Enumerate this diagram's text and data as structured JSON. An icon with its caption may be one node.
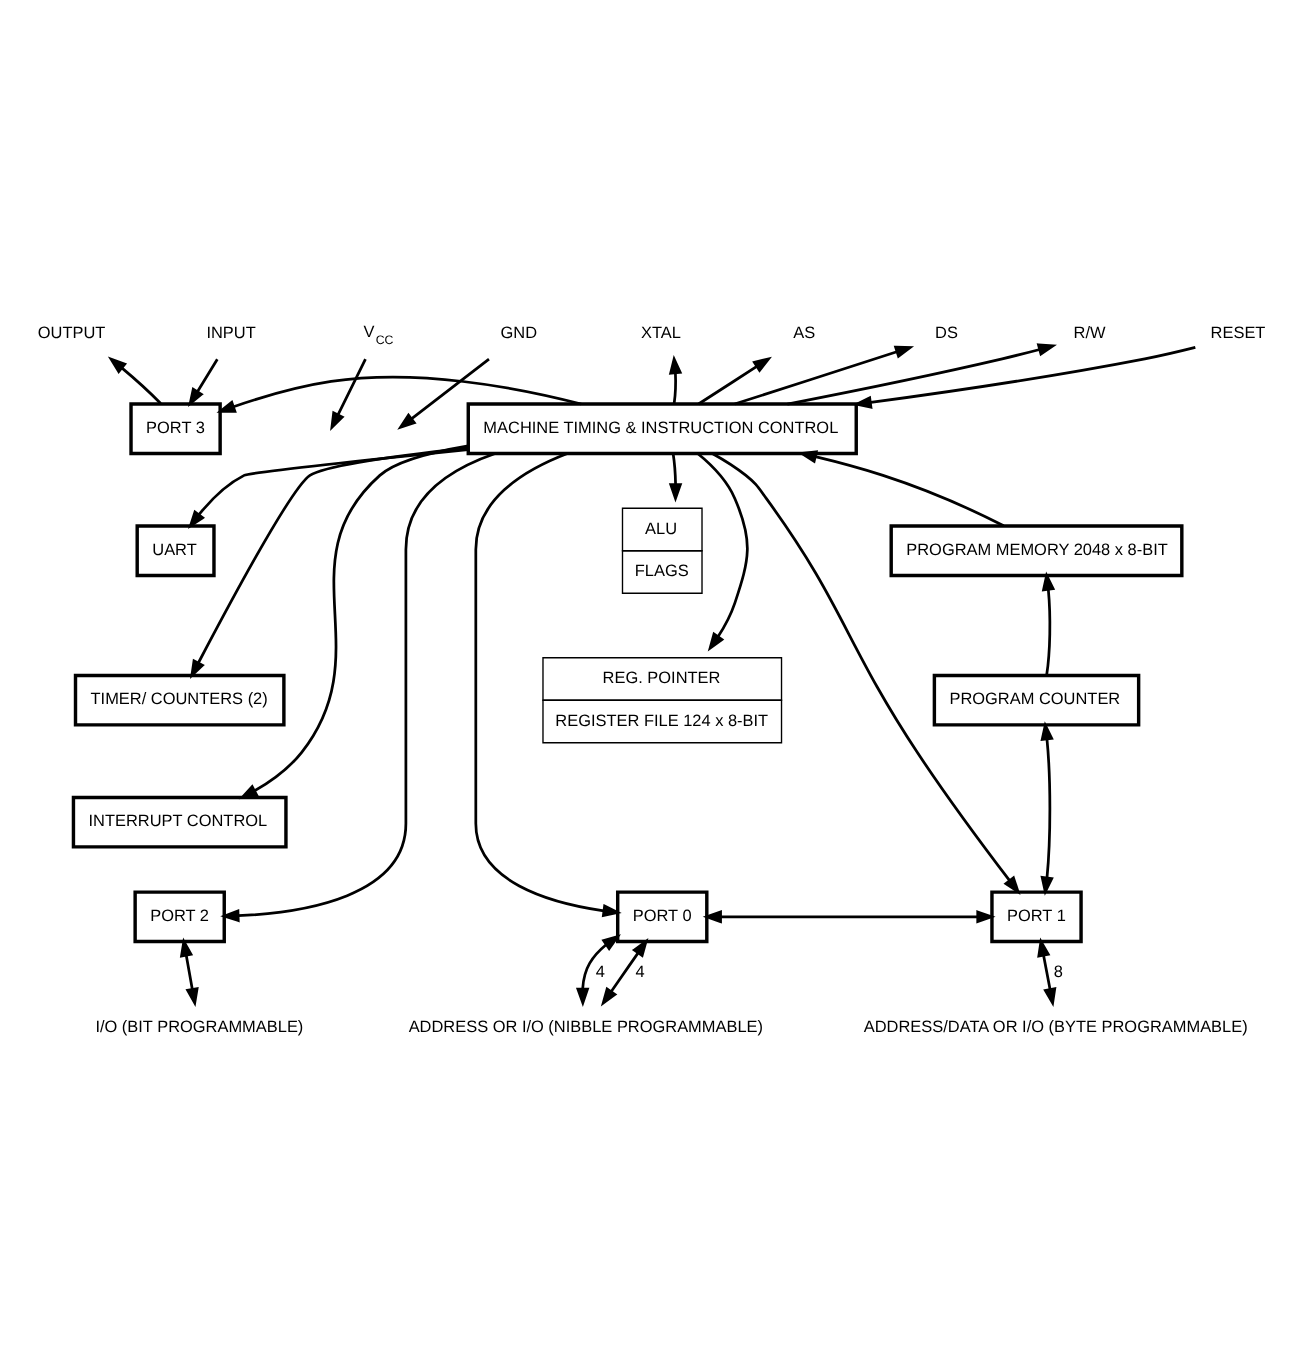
{
  "diagram": {
    "nodes": [
      {
        "text": [
          "OUTPUT"
        ]
      },
      {
        "text": [
          "INPUT"
        ]
      },
      {
        "text": [
          "V$_{CC}$"
        ]
      },
      {
        "text": [
          "GND"
        ]
      },
      {
        "text": [
          "XTAL"
        ]
      },
      {
        "text": [
          "AS"
        ]
      },
      {
        "text": [
          "DS"
        ]
      },
      {
        "text": [
          "R/W"
        ]
      },
      {
        "text": [
          "RESET"
        ]
      },
      {
        "text": [
          "PORT 3"
        ]
      },
      {
        "text": [
          "MACHINE TIMING & INSTRUCTION CONTROL"
        ]
      },
      {
        "text": [
          "UART"
        ]
      },
      {
        "text": [
          "TIMER/ COUNTERS (2)"
        ]
      },
      {
        "text": [
          "INTERRUPT CONTROL"
        ]
      },
      {
        "text": [
          "ALU",
          "FLAGS"
        ]
      },
      {
        "text": [
          "REG. POINTER",
          "REGISTER FILE 124 x 8-BIT"
        ]
      },
      {
        "text": [
          "PROGRAM MEMORY 2048 x 8-BIT"
        ]
      },
      {
        "text": [
          "PROGRAM COUNTER"
        ]
      },
      {
        "text": [
          "PORT 2"
        ]
      },
      {
        "text": [
          "PORT 0"
        ]
      },
      {
        "text": [
          "PORT 1"
        ]
      },
      {
        "text": [
          "I/O (BIT PROGRAMMABLE)"
        ]
      },
      {
        "text": [
          "ADDRESS OR I/O (NIBBLE PROGRAMMABLE)"
        ]
      },
      {
        "text": [
          "ADDRESS/DATA OR I/O (BYTE PROGRAMMABLE)"
        ]
      }
    ],
    "edges": [
      {
        "from": 9,
        "to": 0,
        "arrow": "to"
      },
      {
        "from": 1,
        "to": 9,
        "arrow": "to"
      },
      {
        "from": 2,
        "to": null,
        "arrow": "to"
      },
      {
        "from": 3,
        "to": null,
        "arrow": "to"
      },
      {
        "from": 10,
        "to": 4,
        "arrow": "to"
      },
      {
        "from": 10,
        "to": 5,
        "arrow": "to"
      },
      {
        "from": 10,
        "to": 6,
        "arrow": "to"
      },
      {
        "from": 10,
        "to": 7,
        "arrow": "to"
      },
      {
        "from": 8,
        "to": 10,
        "arrow": "to"
      },
      {
        "from": 10,
        "to": 9,
        "arrow": "to"
      },
      {
        "from": 10,
        "to": 11,
        "arrow": "to"
      },
      {
        "from": 10,
        "to": 12,
        "arrow": "to"
      },
      {
        "from": 10,
        "to": 13,
        "arrow": "to"
      },
      {
        "from": 10,
        "to": 14,
        "arrow": "to"
      },
      {
        "from": 10,
        "to": 15,
        "arrow": "to"
      },
      {
        "from": 16,
        "to": 10,
        "arrow": "to"
      },
      {
        "from": 17,
        "to": 16,
        "arrow": "to"
      },
      {
        "from": 17,
        "to": 20,
        "arrow": "both"
      },
      {
        "from": 10,
        "to": 18,
        "arrow": "to"
      },
      {
        "from": 10,
        "to": 19,
        "arrow": "to"
      },
      {
        "from": 10,
        "to": 20,
        "arrow": "to"
      },
      {
        "from": 19,
        "to": 20,
        "arrow": "both"
      },
      {
        "from": 18,
        "to": 21,
        "arrow": "both"
      },
      {
        "from": 19,
        "to": 22,
        "arrow": "both",
        "label": "4"
      },
      {
        "from": 19,
        "to": 22,
        "arrow": "both",
        "label": "4"
      },
      {
        "from": 20,
        "to": 23,
        "arrow": "both",
        "label": "8"
      }
    ]
  }
}
